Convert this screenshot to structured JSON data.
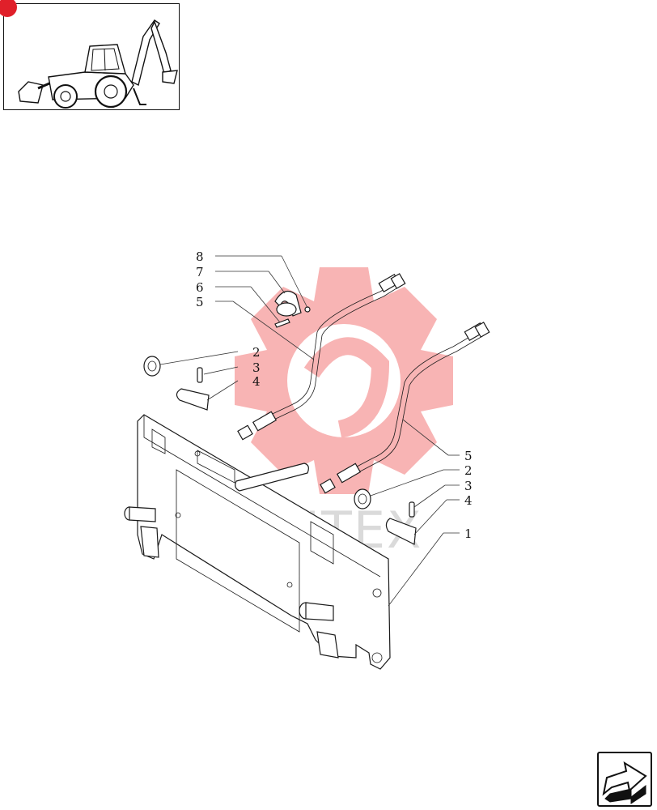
{
  "diagram": {
    "watermark_text": "ИНТЕХ",
    "colors": {
      "watermark_gear": "#f05a5a",
      "corner_mark": "#e0202a",
      "line": "#1a1a1a"
    },
    "callouts_left": [
      "8",
      "7",
      "6",
      "5",
      "2",
      "3",
      "4"
    ],
    "callouts_right": [
      "5",
      "2",
      "3",
      "4",
      "1"
    ]
  },
  "thumbnail": {
    "icon": "backhoe-loader-icon"
  },
  "navigation": {
    "icon": "next-page-arrow-icon"
  }
}
